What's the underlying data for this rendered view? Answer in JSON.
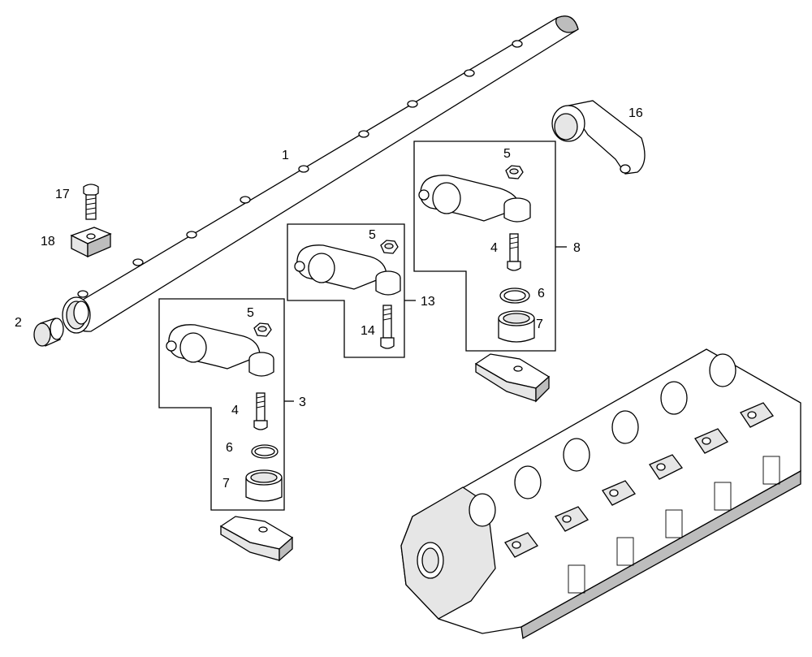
{
  "callouts": {
    "shaft": "1",
    "plug": "2",
    "rocker_assy_right": "3",
    "bolt_a": "4",
    "bolt_b": "4",
    "nut_a": "5",
    "nut_b": "5",
    "nut_c": "5",
    "ring_a": "6",
    "ring_b": "6",
    "bushing_a": "7",
    "bushing_b": "7",
    "rocker_assy_left": "8",
    "rocker_assy_center": "13",
    "screw": "14",
    "bracket": "16",
    "cap_screw": "17",
    "support": "18"
  }
}
